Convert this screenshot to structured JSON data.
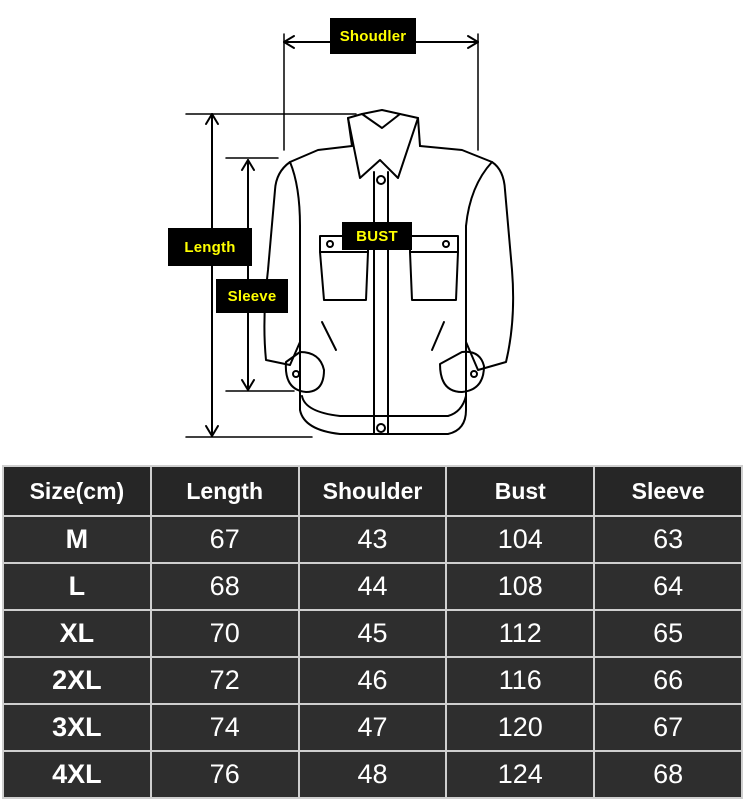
{
  "diagram": {
    "labels": {
      "shoulder": "Shoudler",
      "bust": "BUST",
      "length": "Length",
      "sleeve": "Sleeve"
    },
    "label_color": "#ffff00",
    "label_background": "#000000"
  },
  "table": {
    "headers": [
      "Size(cm)",
      "Length",
      "Shoulder",
      "Bust",
      "Sleeve"
    ],
    "rows": [
      [
        "M",
        "67",
        "43",
        "104",
        "63"
      ],
      [
        "L",
        "68",
        "44",
        "108",
        "64"
      ],
      [
        "XL",
        "70",
        "45",
        "112",
        "65"
      ],
      [
        "2XL",
        "72",
        "46",
        "116",
        "66"
      ],
      [
        "3XL",
        "74",
        "47",
        "120",
        "67"
      ],
      [
        "4XL",
        "76",
        "48",
        "124",
        "68"
      ]
    ],
    "background": "#2e2e2e",
    "text_color": "#ffffff"
  }
}
